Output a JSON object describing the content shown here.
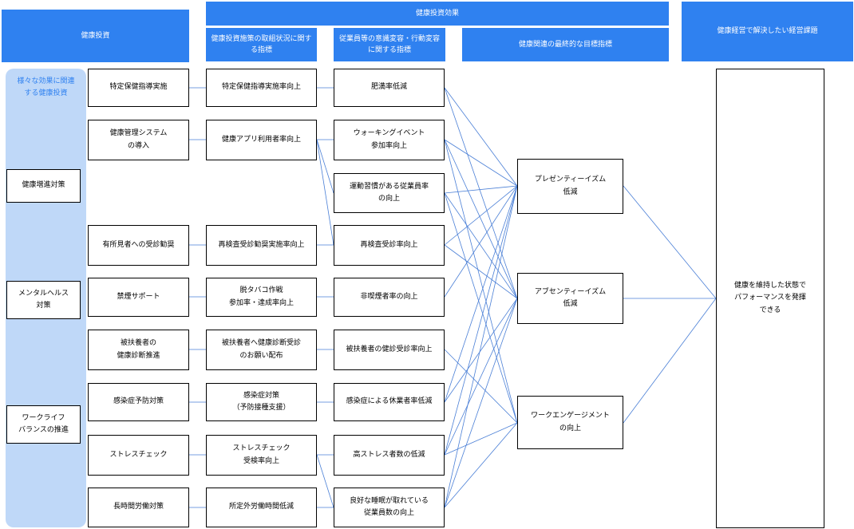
{
  "headers": {
    "investment": "健康投資",
    "effect": "健康投資効果",
    "effect_sub1": "健康投資施策の取組状況に関する指標",
    "effect_sub2": "従業員等の意識変容・行動変容に関する指標",
    "effect_sub3": "健康関連の最終的な目標指標",
    "issue": "健康経営で解決したい経営課題"
  },
  "panel": {
    "title": "様々な効果に関連\nする健康投資"
  },
  "categories": {
    "health": "健康増進対策",
    "mental": "メンタルヘルス\n対策",
    "wlb": "ワークライフ\nバランスの推進"
  },
  "measures": [
    "特定保健指導実施",
    "健康管理システム\nの導入",
    "有所見者への受診勧奨",
    "禁煙サポート",
    "被扶養者の\n健康診断推進",
    "感染症予防対策",
    "ストレスチェック",
    "長時間労働対策"
  ],
  "kpis": [
    "特定保健指導実施率向上",
    "健康アプリ利用者率向上",
    "再検査受診勧奨実施率向上",
    "脱タバコ作戦\n参加率・達成率向上",
    "被扶養者へ健康診断受診\nのお願い配布",
    "感染症対策\n（予防接種支援）",
    "ストレスチェック\n受検率向上",
    "所定外労働時間低減"
  ],
  "behaviors": [
    "肥満率低減",
    "ウォーキングイベント\n参加率向上",
    "運動習慣がある従業員率\nの向上",
    "再検査受診率向上",
    "非喫煙者率の向上",
    "被扶養者の健診受診率向上",
    "感染症による休業者率低減",
    "高ストレス者数の低減",
    "良好な睡眠が取れている\n従業員数の向上"
  ],
  "goals": [
    "プレゼンティーイズム\n低減",
    "アブセンティーイズム\n低減",
    "ワークエンゲージメント\nの向上"
  ],
  "issue_box": "健康を維持した状態で\nパフォーマンスを発揮\nできる",
  "colors": {
    "header_bg": "#2f81f0",
    "panel_bg": "#bfd8f8",
    "panel_text": "#2f81f0",
    "line": "#4a7fd6"
  }
}
